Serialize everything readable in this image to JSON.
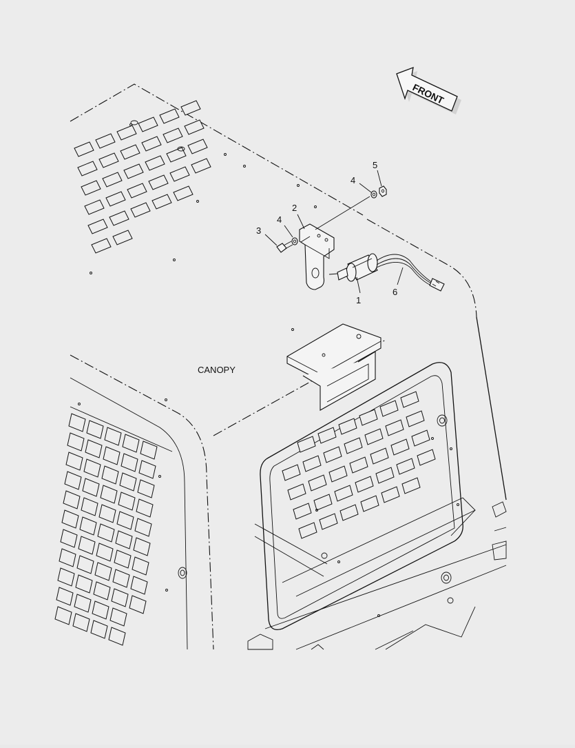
{
  "diagram": {
    "direction_label": "FRONT",
    "component_label": "CANOPY",
    "callouts": [
      {
        "number": "1",
        "part": "switch"
      },
      {
        "number": "2",
        "part": "bracket"
      },
      {
        "number": "3",
        "part": "bolt"
      },
      {
        "number": "4",
        "part": "washer"
      },
      {
        "number": "4",
        "part": "washer"
      },
      {
        "number": "5",
        "part": "nut"
      },
      {
        "number": "6",
        "part": "wire-harness"
      }
    ]
  }
}
